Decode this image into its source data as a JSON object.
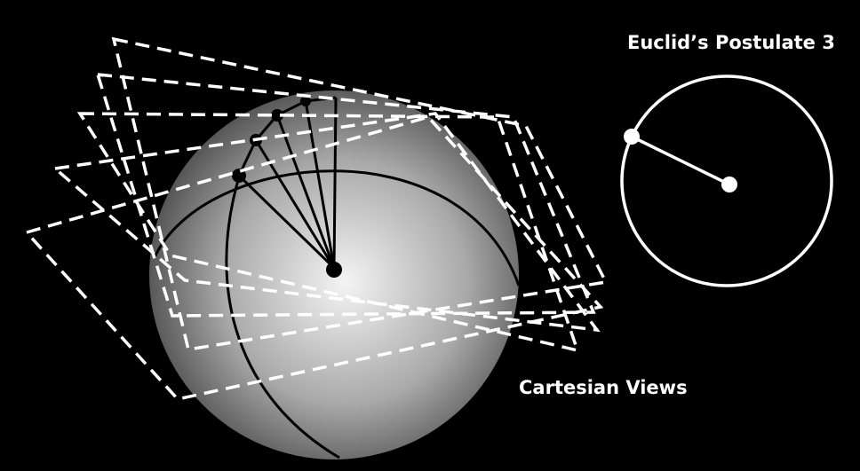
{
  "labels": {
    "euclid_postulate": "Euclid’s Postulate 3",
    "cartesian_views": "Cartesian Views"
  },
  "colors": {
    "background": "#000000",
    "foreground": "#ffffff",
    "sphere_highlight": "#f4f4f4",
    "sphere_shadow": "#3c3c3c",
    "sphere_lines": "#000000"
  },
  "diagram": {
    "sphere": {
      "meridian_spokes": 5,
      "spoke_points": 4
    },
    "cartesian_views": {
      "frame_count": 5,
      "stroke_style": "dashed"
    },
    "euclid_circle": {
      "radius_segment": true,
      "points": 2
    }
  }
}
